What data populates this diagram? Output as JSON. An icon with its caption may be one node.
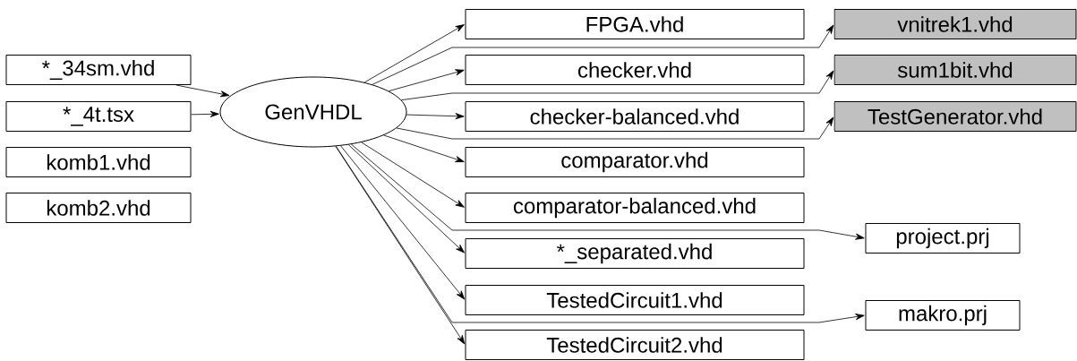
{
  "diagram": {
    "nodes": [
      {
        "text": [
          "*_34sm.vhd"
        ]
      },
      {
        "text": [
          "*_4t.tsx"
        ]
      },
      {
        "text": [
          "komb1.vhd"
        ]
      },
      {
        "text": [
          "komb2.vhd"
        ]
      },
      {
        "text": [
          "GenVHDL"
        ]
      },
      {
        "text": [
          "FPGA.vhd"
        ]
      },
      {
        "text": [
          "checker.vhd"
        ]
      },
      {
        "text": [
          "checker-balanced.vhd"
        ]
      },
      {
        "text": [
          "comparator.vhd"
        ]
      },
      {
        "text": [
          "comparator-balanced.vhd"
        ]
      },
      {
        "text": [
          "*_separated.vhd"
        ]
      },
      {
        "text": [
          "TestedCircuit1.vhd"
        ]
      },
      {
        "text": [
          "TestedCircuit2.vhd"
        ]
      },
      {
        "text": [
          "vnitrek1.vhd"
        ]
      },
      {
        "text": [
          "sum1bit.vhd"
        ]
      },
      {
        "text": [
          "TestGenerator.vhd"
        ]
      },
      {
        "text": [
          "project.prj"
        ]
      },
      {
        "text": [
          "makro.prj"
        ]
      }
    ],
    "edges": [
      {
        "from": 0,
        "to": 4,
        "arrow": "to"
      },
      {
        "from": 1,
        "to": 4,
        "arrow": "to"
      },
      {
        "from": 4,
        "to": 5,
        "arrow": "to"
      },
      {
        "from": 4,
        "to": 6,
        "arrow": "to"
      },
      {
        "from": 4,
        "to": 7,
        "arrow": "to"
      },
      {
        "from": 4,
        "to": 8,
        "arrow": "to"
      },
      {
        "from": 4,
        "to": 9,
        "arrow": "to"
      },
      {
        "from": 4,
        "to": 10,
        "arrow": "to"
      },
      {
        "from": 4,
        "to": 11,
        "arrow": "to"
      },
      {
        "from": 4,
        "to": 12,
        "arrow": "to"
      },
      {
        "from": 4,
        "to": 13,
        "arrow": "to"
      },
      {
        "from": 4,
        "to": 14,
        "arrow": "to"
      },
      {
        "from": 4,
        "to": 15,
        "arrow": "to"
      },
      {
        "from": 4,
        "to": 16,
        "arrow": "to"
      },
      {
        "from": 4,
        "to": 17,
        "arrow": "to"
      }
    ]
  }
}
